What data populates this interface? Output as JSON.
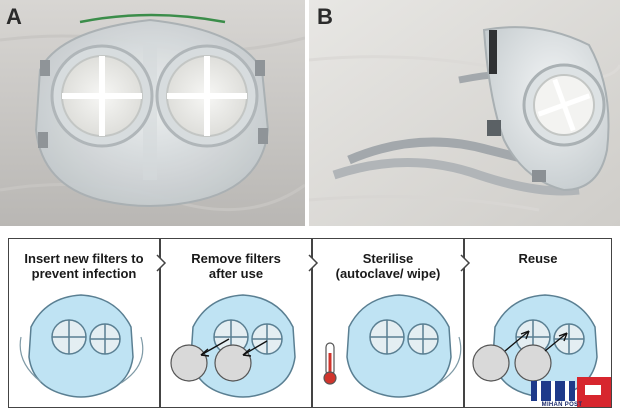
{
  "panels": {
    "a_label": "A",
    "b_label": "B"
  },
  "steps": [
    {
      "label": "Insert new filters to\nprevent infection"
    },
    {
      "label": "Remove filters\nafter use"
    },
    {
      "label": "Sterilise\n(autoclave/ wipe)"
    },
    {
      "label": "Reuse"
    }
  ],
  "watermark": {
    "caption": "MIHAN POST",
    "colors": {
      "blue": "#1e3a8a",
      "red": "#d7262e"
    }
  },
  "colors": {
    "mask_fill": "#bfe3f3",
    "mask_stroke": "#5a7f92",
    "filter_disc": "#d9d9d9",
    "thermometer_red": "#d0342c"
  }
}
